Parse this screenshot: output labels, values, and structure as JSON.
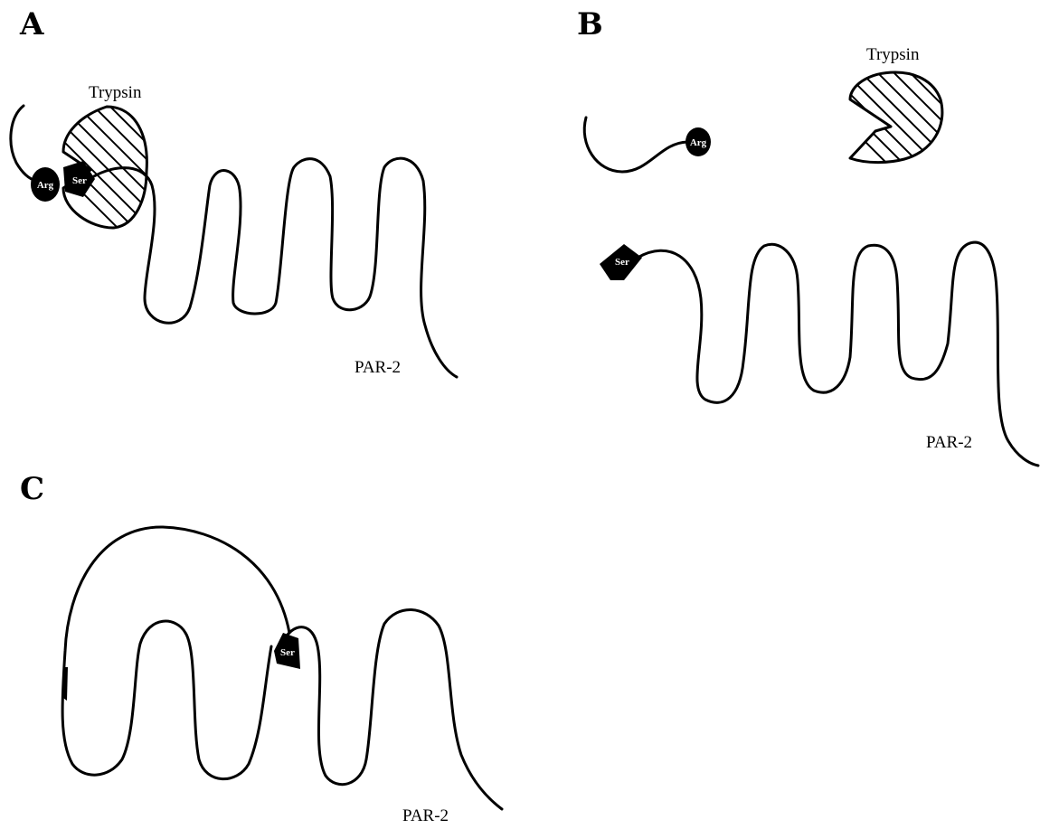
{
  "panels": {
    "a": {
      "letter": "A",
      "enzyme_label": "Trypsin",
      "receptor_label": "PAR-2",
      "residue_arg": "Arg",
      "residue_ser": "Ser"
    },
    "b": {
      "letter": "B",
      "enzyme_label": "Trypsin",
      "receptor_label": "PAR-2",
      "residue_arg": "Arg",
      "residue_ser": "Ser"
    },
    "c": {
      "letter": "C",
      "receptor_label": "PAR-2",
      "residue_ser": "Ser"
    }
  }
}
